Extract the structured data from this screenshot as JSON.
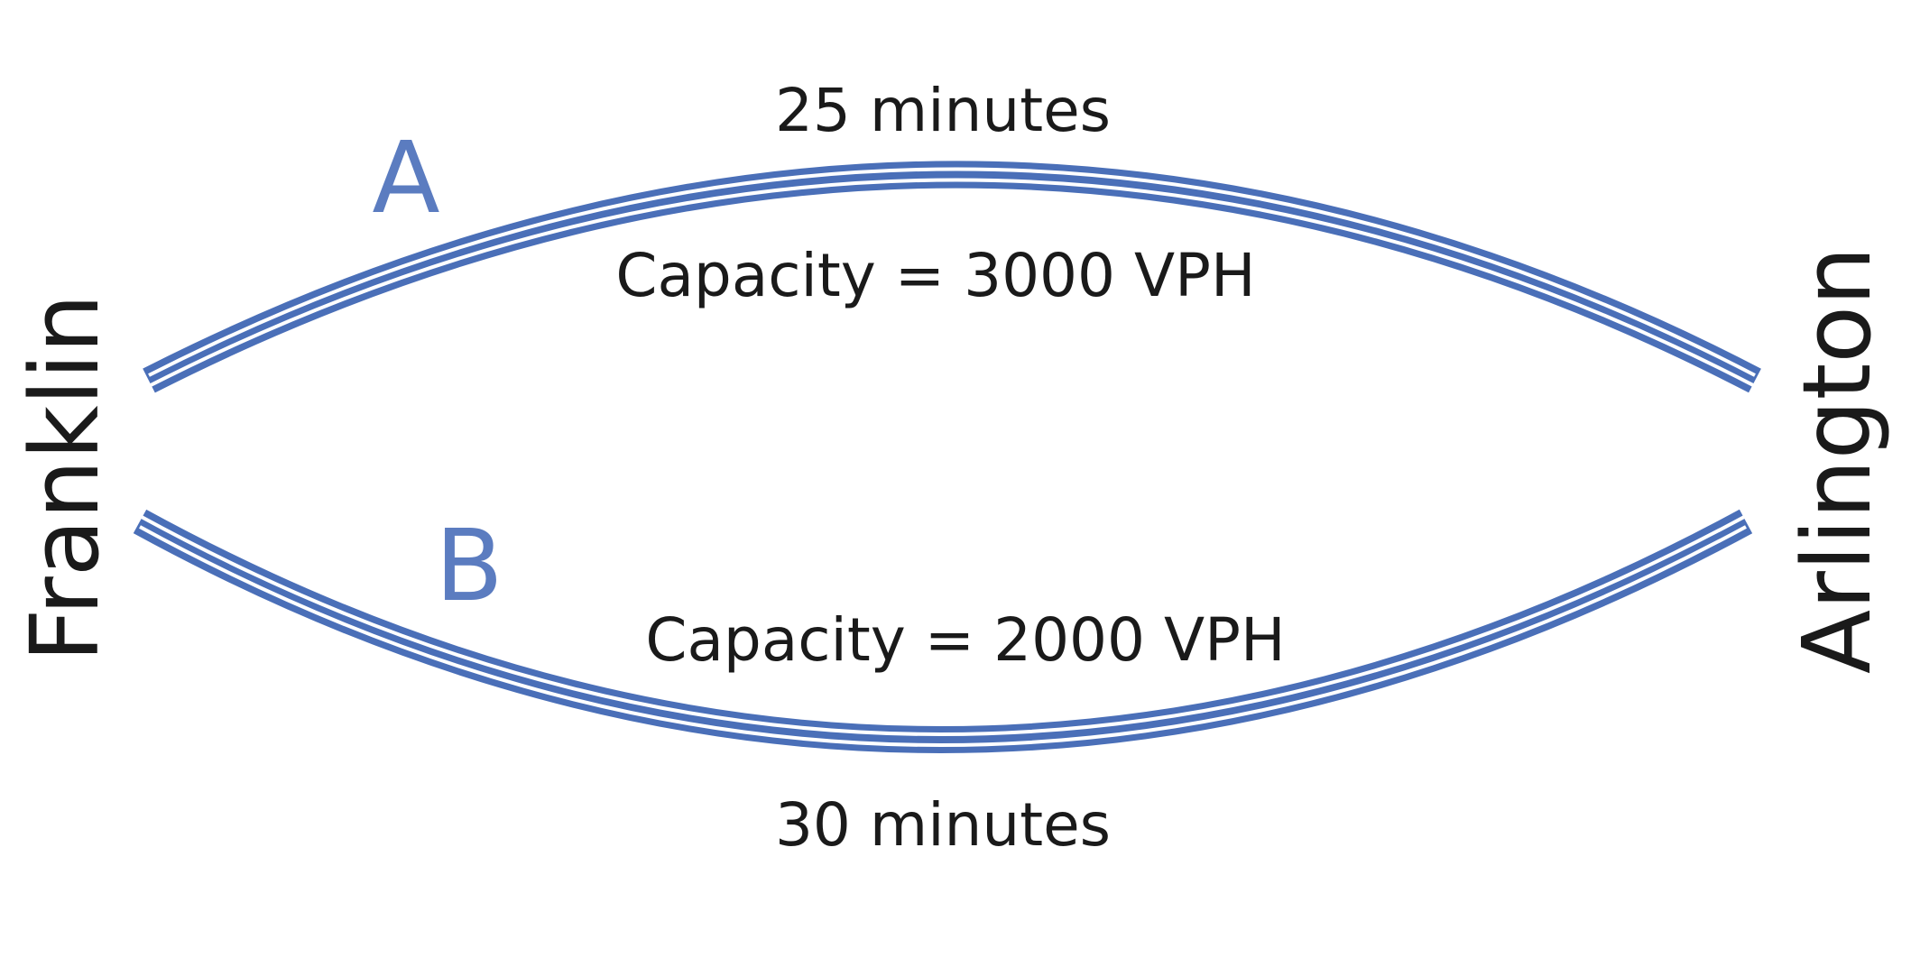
{
  "cities": {
    "origin": "Franklin",
    "destination": "Arlington"
  },
  "routes": [
    {
      "name": "A",
      "travel_time": "25 minutes",
      "capacity": "Capacity = 3000 VPH"
    },
    {
      "name": "B",
      "travel_time": "30 minutes",
      "capacity": "Capacity = 2000 VPH"
    }
  ],
  "colors": {
    "road": "#4a6fb8",
    "road_lines": "#ffffff",
    "letter": "#5b7cc0",
    "text": "#1a1a1a"
  }
}
